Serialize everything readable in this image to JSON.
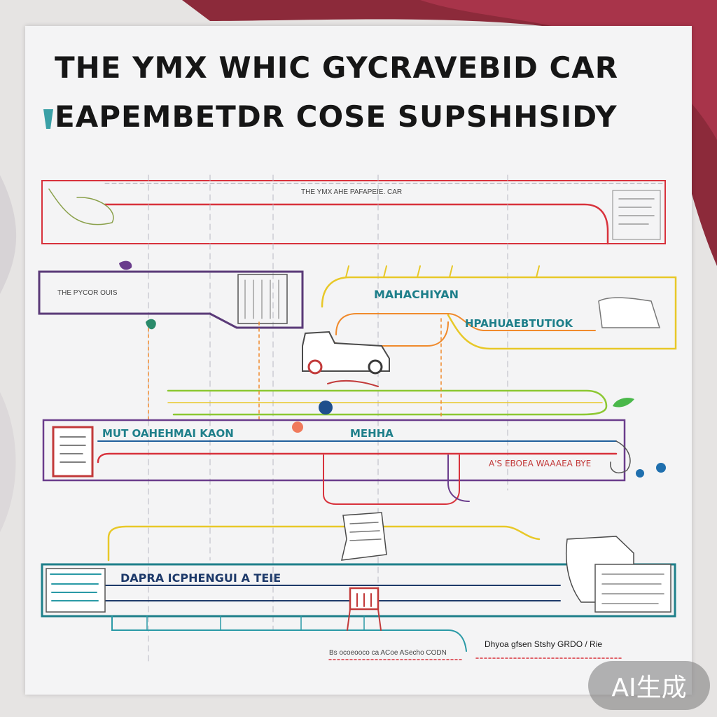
{
  "title": {
    "line1": "THE  YMX WHIC GYCRAVEBID CAR",
    "line2": "EAPEMBETDR COSE SUPSHHSIDY"
  },
  "labels": {
    "l1": "MAHACHIYAN",
    "l2": "HPAHUAEBTUTIOK",
    "l3": "MUT OAHEHMAI KAON",
    "l4": "MEHHA",
    "l5": "A'S EBOEA WAAAEA BYE",
    "l6": "DAPRA  ICPHENGUI A TEIE"
  },
  "small_text": {
    "s1": "THE YMX AHE PAFAPEIE. CAR",
    "s2": "THE PYCOR OUIS",
    "s3": "Dhyoa gfsen  Stshy  GRDO / Rie",
    "s4": "Bs ocoeooco ca ACoe ASecho  CODN"
  },
  "watermark": "AI生成",
  "colors": {
    "red": "#d8323c",
    "yellow": "#e8c828",
    "orange": "#f08a2c",
    "green": "#8cc832",
    "purple": "#6a3c8c",
    "teal": "#1e7f8a",
    "blue": "#1f5f9c",
    "navy": "#1e3a6a"
  }
}
